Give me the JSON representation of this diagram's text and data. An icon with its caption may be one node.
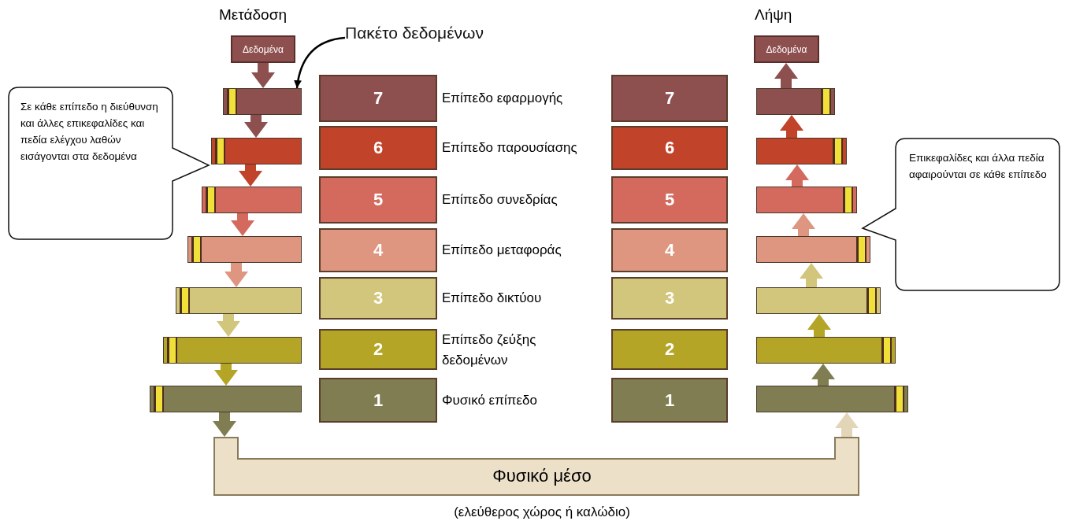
{
  "diagram": {
    "nodes": [
      {
        "text": [
          "Δεδομένα"
        ]
      },
      {
        "text": [
          "Δεδομένα"
        ]
      },
      {
        "text": [
          "Πακέτο δεδομένων"
        ]
      },
      {
        "text": [],
        "shape": "bar"
      },
      {
        "text": [],
        "shape": "bar"
      },
      {
        "text": [],
        "shape": "bar"
      },
      {
        "text": [],
        "shape": "bar"
      },
      {
        "text": [],
        "shape": "bar"
      },
      {
        "text": [],
        "shape": "bar"
      },
      {
        "text": [],
        "shape": "bar"
      },
      {
        "text": [
          "7"
        ],
        "beside": [
          "Επίπεδο εφαρμογής"
        ]
      },
      {
        "text": [
          "6"
        ],
        "beside": [
          "Επίπεδο παρουσίασης"
        ]
      },
      {
        "text": [
          "5"
        ],
        "beside": [
          "Επίπεδο συνεδρίας"
        ]
      },
      {
        "text": [
          "4"
        ],
        "beside": [
          "Επίπεδο μεταφοράς"
        ]
      },
      {
        "text": [
          "3"
        ],
        "beside": [
          "Επίπεδο δικτύου"
        ]
      },
      {
        "text": [
          "2"
        ],
        "beside": [
          "Επίπεδο ζεύξης δεδομένων"
        ]
      },
      {
        "text": [
          "1"
        ],
        "beside": [
          "Φυσικό επίπεδο"
        ]
      },
      {
        "text": [
          "7"
        ]
      },
      {
        "text": [
          "6"
        ]
      },
      {
        "text": [
          "5"
        ]
      },
      {
        "text": [
          "4"
        ]
      },
      {
        "text": [
          "3"
        ]
      },
      {
        "text": [
          "2"
        ]
      },
      {
        "text": [
          "1"
        ]
      },
      {
        "text": [],
        "shape": "bar"
      },
      {
        "text": [],
        "shape": "bar"
      },
      {
        "text": [],
        "shape": "bar"
      },
      {
        "text": [],
        "shape": "bar"
      },
      {
        "text": [],
        "shape": "bar"
      },
      {
        "text": [],
        "shape": "bar"
      },
      {
        "text": [],
        "shape": "bar"
      },
      {
        "text": [
          "Σε κάθε επίπεδο η διεύθυνση και άλλες επικεφαλίδες και πεδία ελέγχου λαθών εισάγονται στα δεδομένα"
        ]
      },
      {
        "text": [
          "Επικεφαλίδες και άλλα πεδία αφαιρούνται σε κάθε επίπεδο"
        ]
      },
      {
        "text": [
          "Φυσικό μέσο"
        ],
        "beside": [
          "(ελεύθερος χώρος ή καλώδιο)"
        ]
      }
    ],
    "edges": [
      {
        "from": 0,
        "to": 3,
        "arrow": "to",
        "color": "#8e4f4f"
      },
      {
        "from": 3,
        "to": 4,
        "arrow": "to",
        "color": "#8e4f4f"
      },
      {
        "from": 4,
        "to": 5,
        "arrow": "to",
        "color": "#c0432a"
      },
      {
        "from": 5,
        "to": 6,
        "arrow": "to",
        "color": "#d46a5e"
      },
      {
        "from": 6,
        "to": 7,
        "arrow": "to",
        "color": "#df9680"
      },
      {
        "from": 7,
        "to": 8,
        "arrow": "to",
        "color": "#d2c57c"
      },
      {
        "from": 8,
        "to": 9,
        "arrow": "to",
        "color": "#b5a526"
      },
      {
        "from": 9,
        "to": 33,
        "arrow": "to",
        "color": "#807d52"
      },
      {
        "from": 33,
        "to": 30,
        "arrow": "to",
        "color": "#e3d5b8"
      },
      {
        "from": 30,
        "to": 29,
        "arrow": "to",
        "color": "#807d52"
      },
      {
        "from": 29,
        "to": 28,
        "arrow": "to",
        "color": "#b5a526"
      },
      {
        "from": 28,
        "to": 27,
        "arrow": "to",
        "color": "#d2c57c"
      },
      {
        "from": 27,
        "to": 26,
        "arrow": "to",
        "color": "#df9680"
      },
      {
        "from": 26,
        "to": 25,
        "arrow": "to",
        "color": "#d46a5e"
      },
      {
        "from": 25,
        "to": 24,
        "arrow": "to",
        "color": "#c0432a"
      },
      {
        "from": 24,
        "to": 1,
        "arrow": "to",
        "color": "#8e4f4f"
      },
      {
        "from": 2,
        "to": 3,
        "arrow": "to",
        "color": "#000000"
      }
    ],
    "labels": [
      "Μετάδοση",
      "Λήψη"
    ]
  }
}
